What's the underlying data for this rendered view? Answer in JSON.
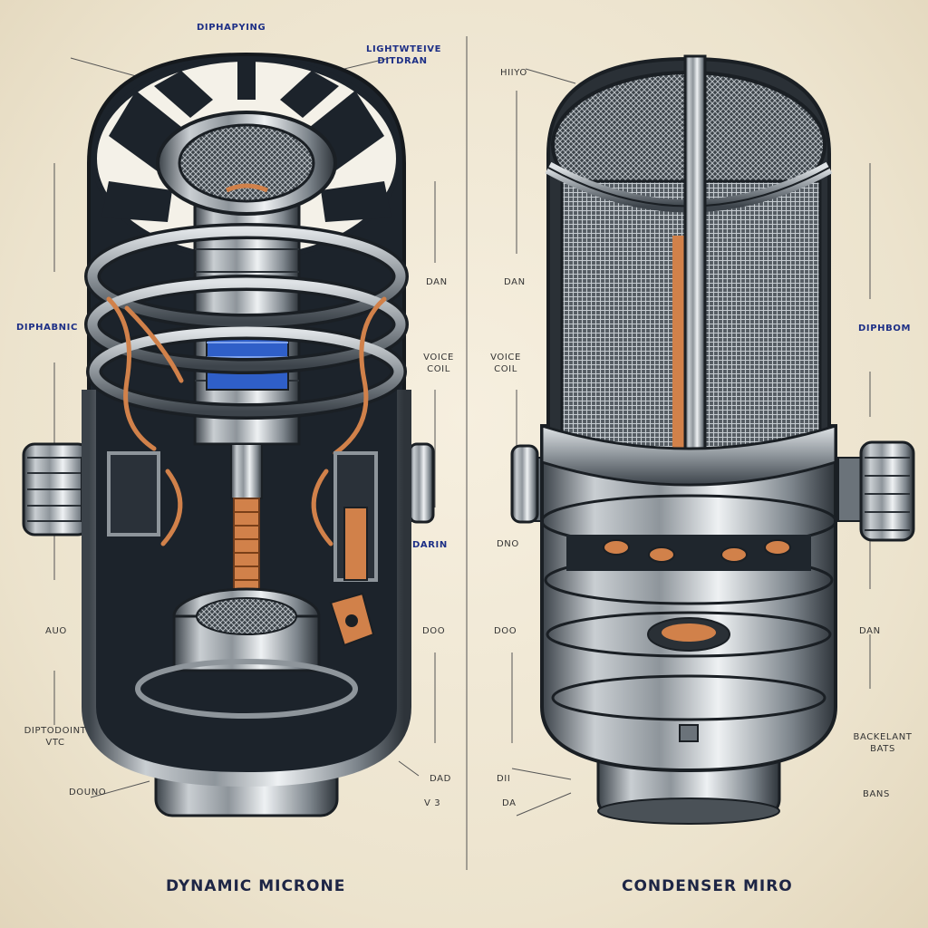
{
  "labels": {
    "top_center": "DIPHAPYING",
    "top_right_line1": "LIGHTWTEIVE",
    "top_right_line2": "DITDRAN",
    "left_mid": "DIPHABNIC",
    "mid_dan": "DAN",
    "voice_line1": "VOICE",
    "voice_line2": "COIL",
    "mid_darin": "DARIN",
    "mid_doo": "DOO",
    "mid_dad": "DAD",
    "mid_v3": "V 3",
    "left_auo": "AUO",
    "left_dipt_line1": "DIPTODOINT",
    "left_dipt_line2": "VTC",
    "left_bottom": "DOUNO",
    "right_top": "HIIYO",
    "right_mid_dan": "DAN",
    "right_voice_line1": "VOICE",
    "right_voice_line2": "COIL",
    "right_dno": "DNO",
    "right_doo": "DOO",
    "right_di": "DII",
    "right_da": "DA",
    "far_right_mid": "DIPHBOM",
    "far_right_dan": "DAN",
    "far_right_back_line1": "BACKELANT",
    "far_right_back_line2": "BATS",
    "far_right_bottom": "BANS"
  },
  "titles": {
    "left": "DYNAMIC MICRONE",
    "right": "CONDENSER MIRO"
  },
  "colors": {
    "background": "#efe7d4",
    "metal": "#8e959b",
    "dark_metal": "#202830",
    "copper": "#d1814a",
    "coil_blue": "#2f5fc8",
    "label_blue": "#1d2f86"
  }
}
